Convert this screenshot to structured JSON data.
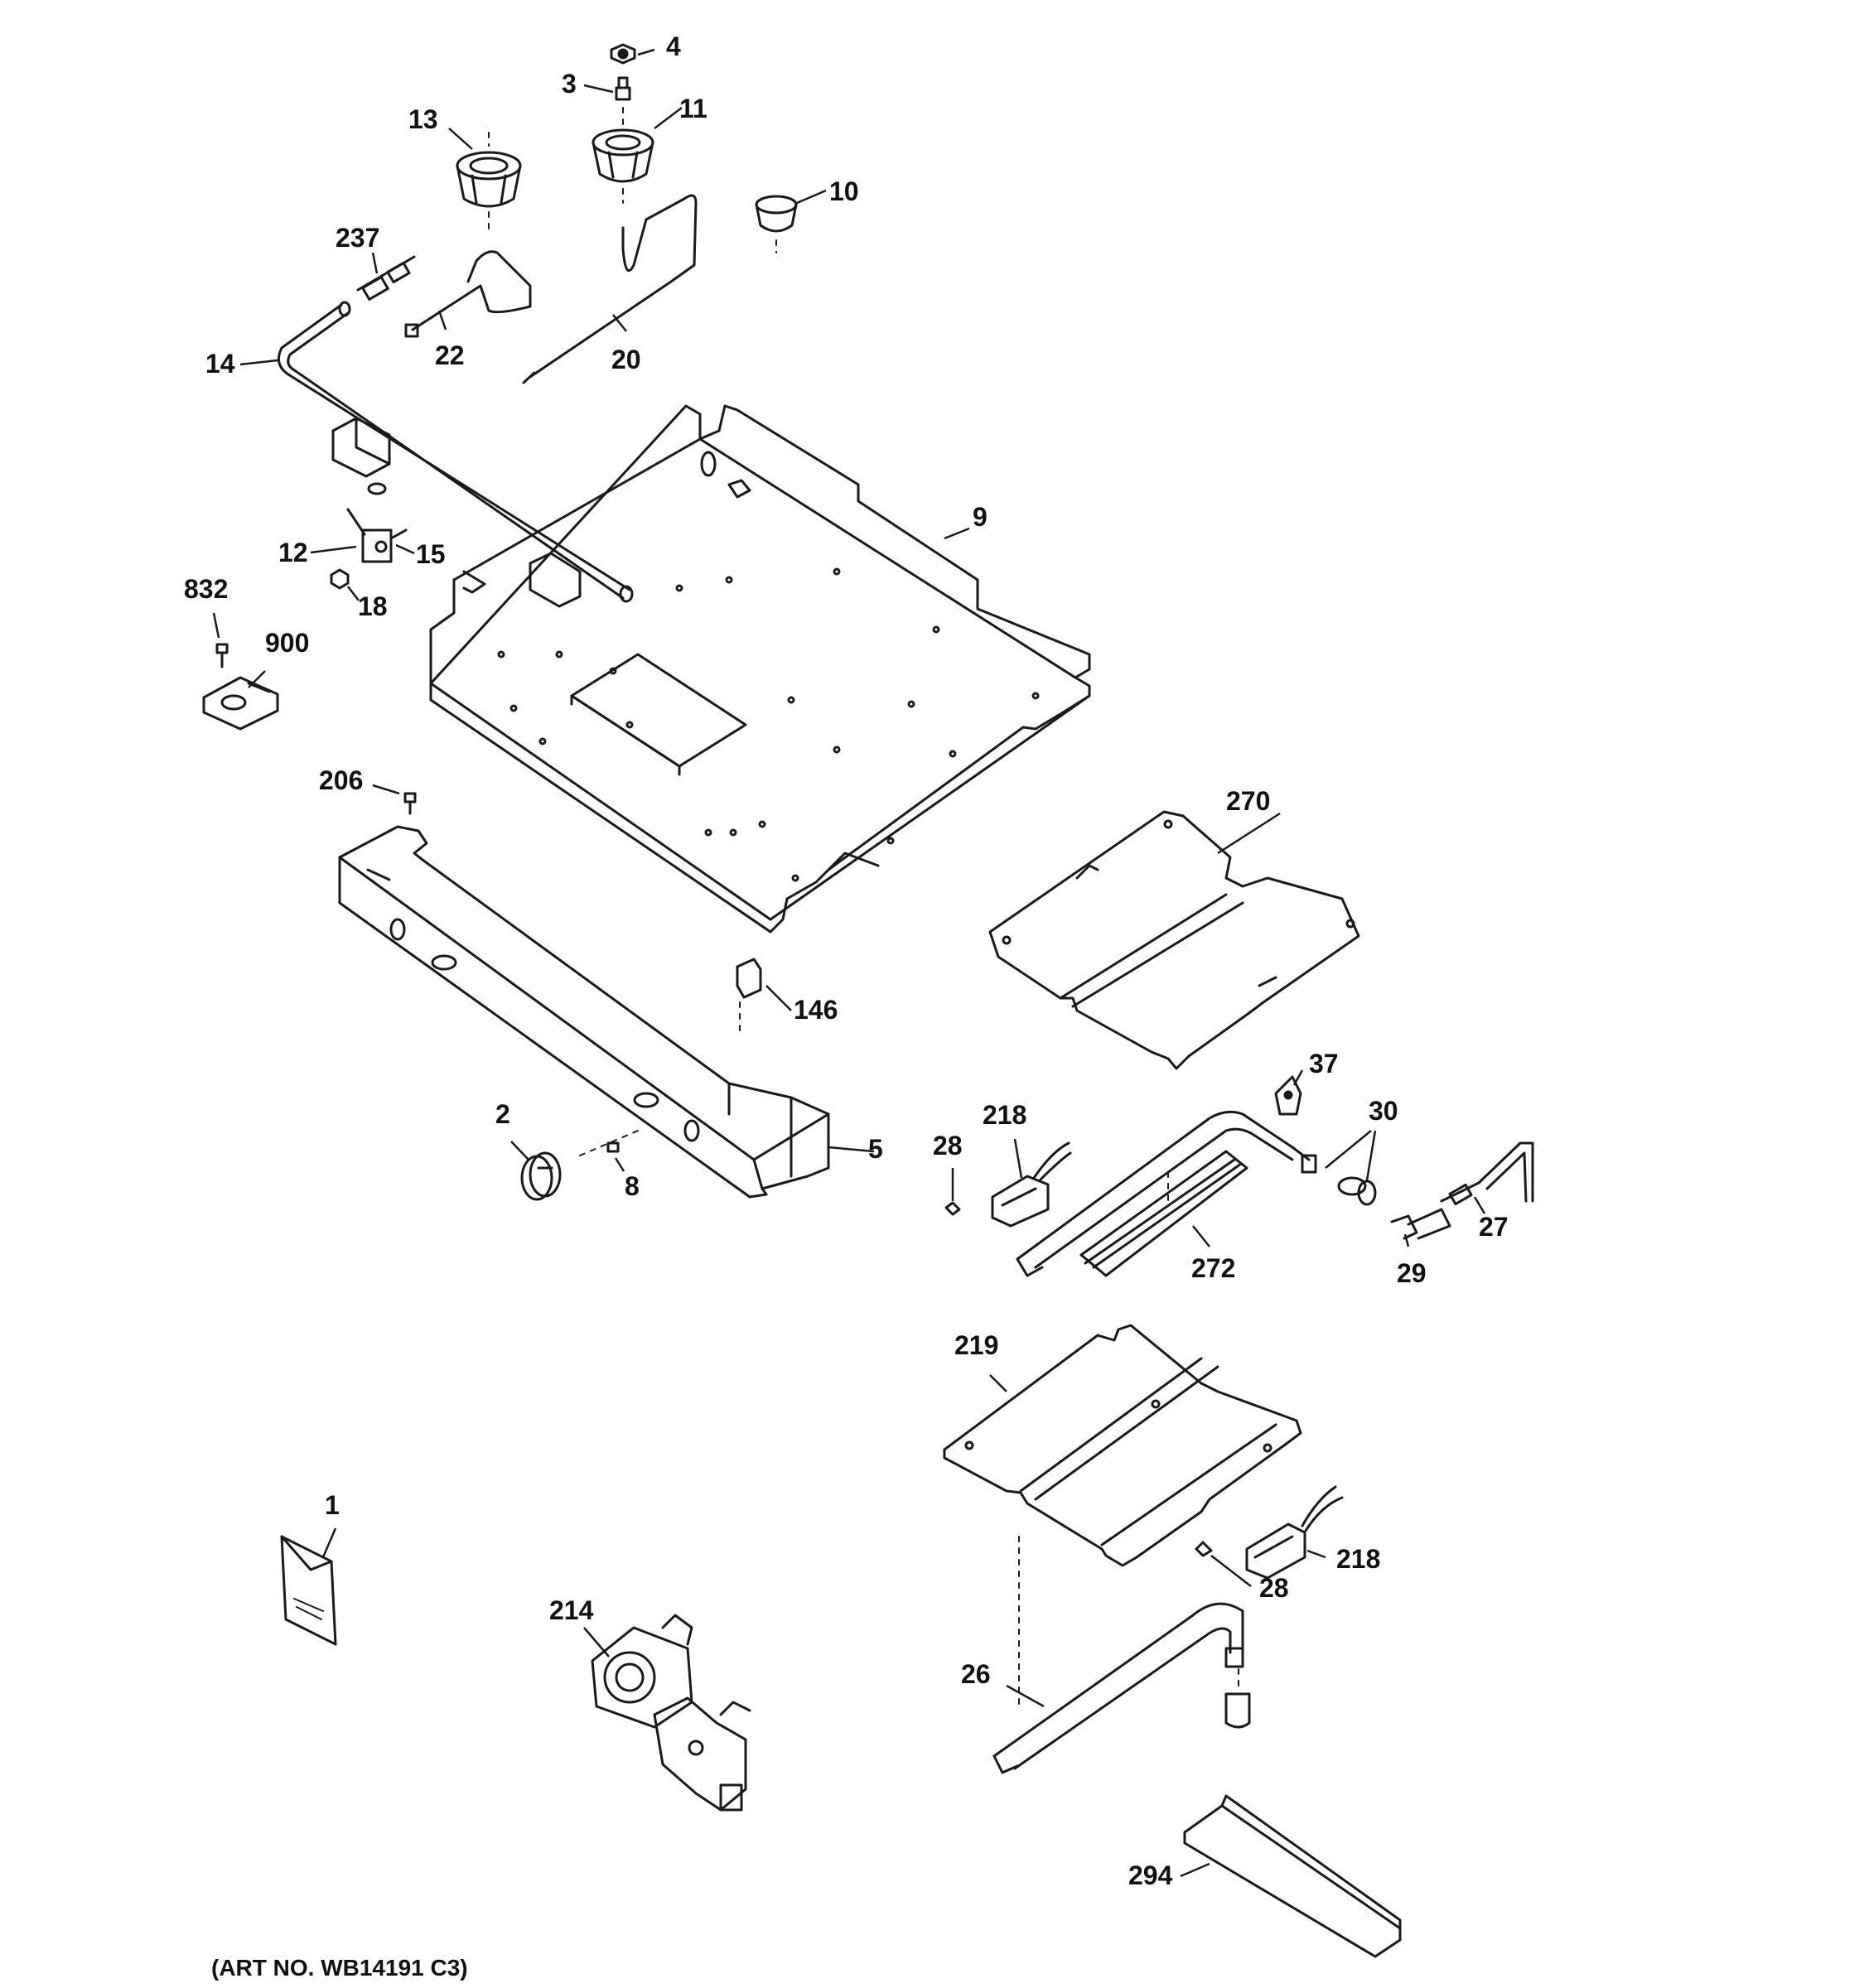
{
  "art_number": "(ART NO. WB14191 C3)",
  "callouts": {
    "c1": "1",
    "c2": "2",
    "c3": "3",
    "c4": "4",
    "c5": "5",
    "c8": "8",
    "c9": "9",
    "c10": "10",
    "c11": "11",
    "c12": "12",
    "c13": "13",
    "c14": "14",
    "c15": "15",
    "c18": "18",
    "c20": "20",
    "c22": "22",
    "c26": "26",
    "c27": "27",
    "c28a": "28",
    "c28b": "28",
    "c29": "29",
    "c30": "30",
    "c37": "37",
    "c146": "146",
    "c206": "206",
    "c214": "214",
    "c218a": "218",
    "c218b": "218",
    "c219": "219",
    "c237": "237",
    "c270": "270",
    "c272": "272",
    "c294": "294",
    "c832": "832",
    "c900": "900"
  }
}
